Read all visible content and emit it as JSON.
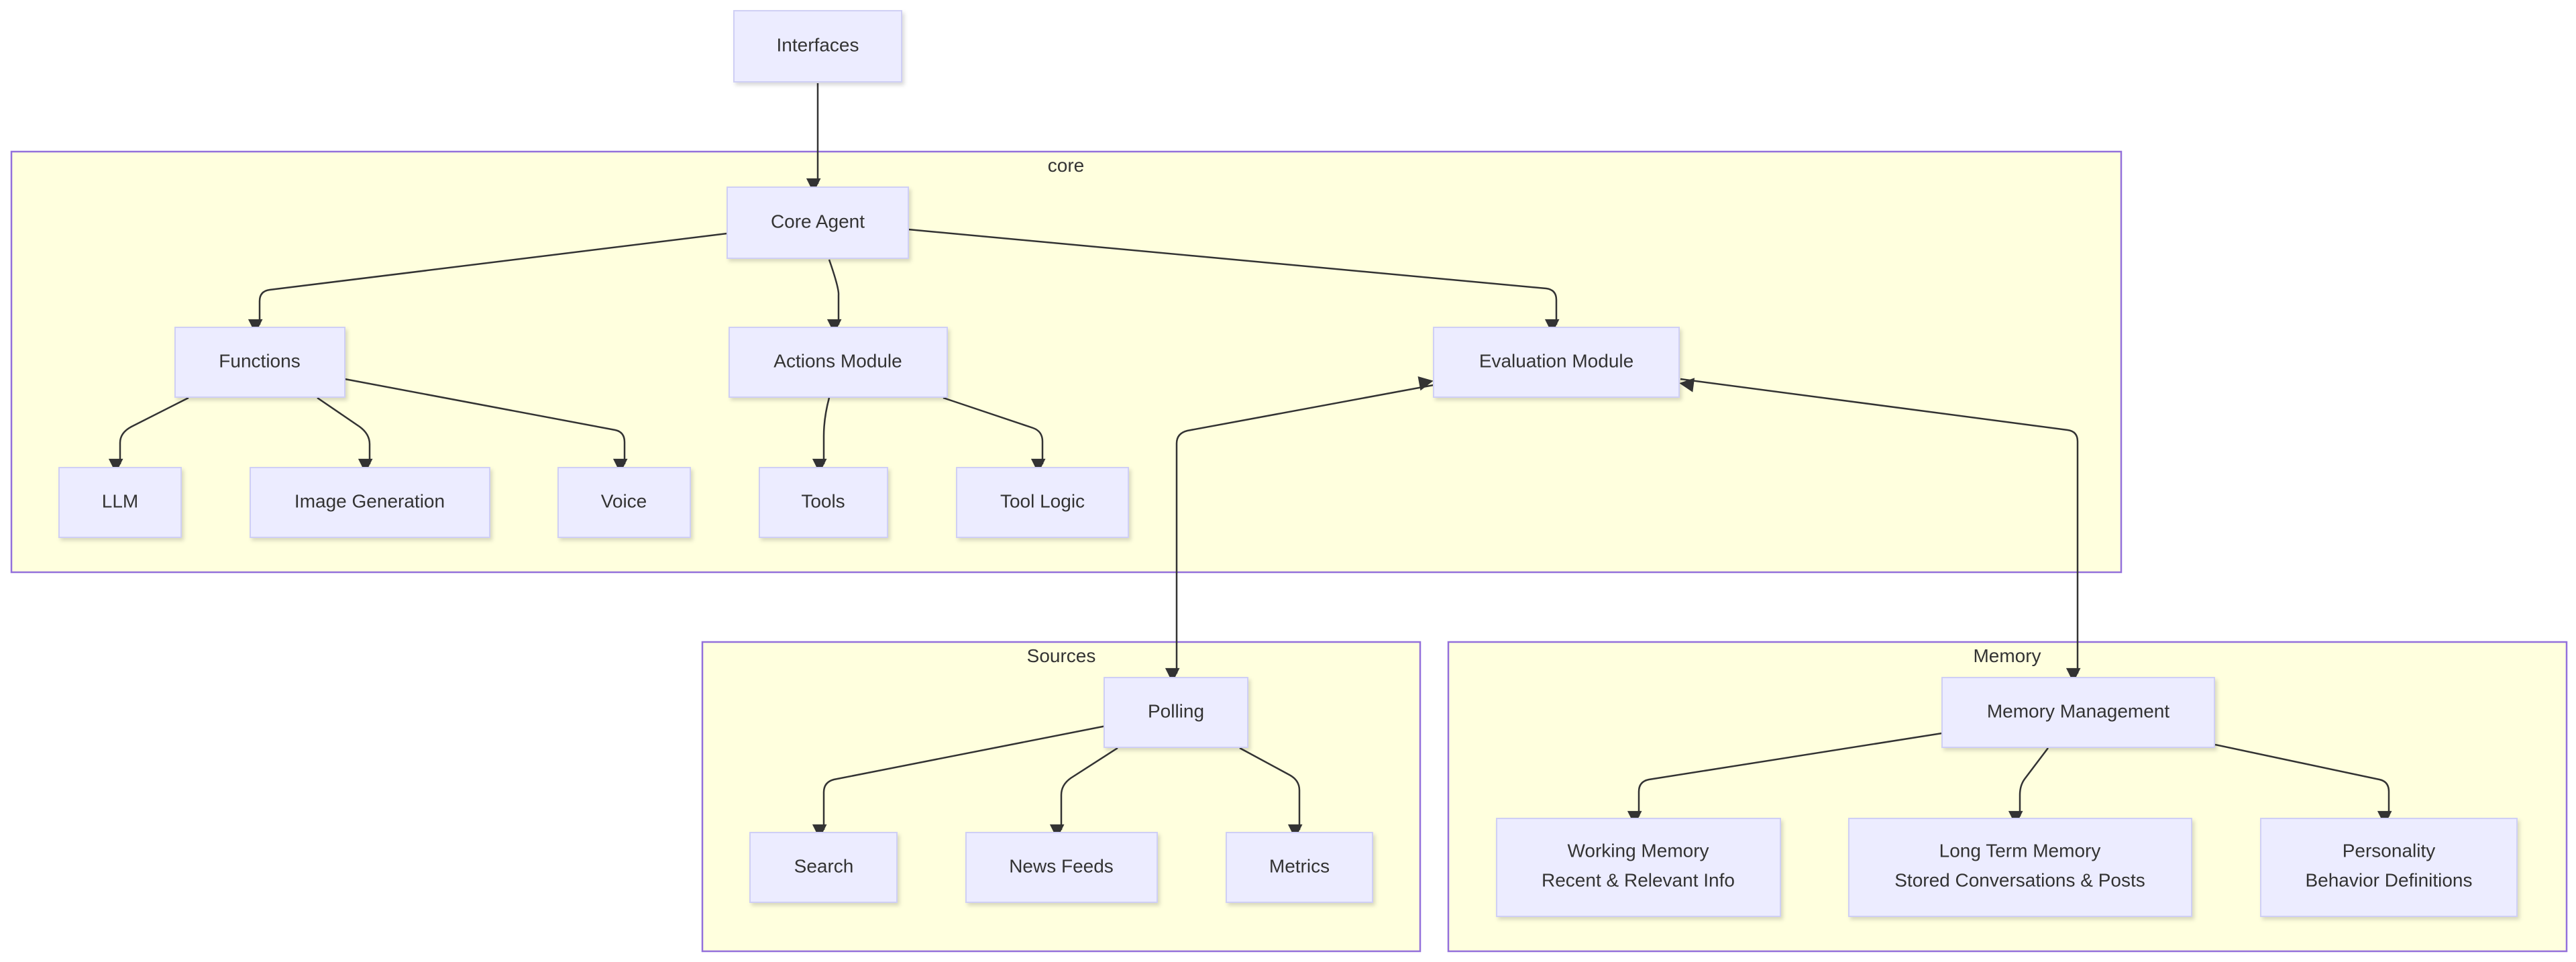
{
  "clusters": {
    "core": "core",
    "sources": "Sources",
    "memory": "Memory"
  },
  "nodes": {
    "interfaces": [
      "Interfaces"
    ],
    "core_agent": [
      "Core Agent"
    ],
    "functions": [
      "Functions"
    ],
    "actions": [
      "Actions Module"
    ],
    "evaluation": [
      "Evaluation Module"
    ],
    "llm": [
      "LLM"
    ],
    "image_gen": [
      "Image Generation"
    ],
    "voice": [
      "Voice"
    ],
    "tools": [
      "Tools"
    ],
    "tool_logic": [
      "Tool Logic"
    ],
    "polling": [
      "Polling"
    ],
    "search": [
      "Search"
    ],
    "news": [
      "News Feeds"
    ],
    "metrics": [
      "Metrics"
    ],
    "memory_mgmt": [
      "Memory Management"
    ],
    "working": [
      "Working Memory",
      "Recent & Relevant Info"
    ],
    "long_term": [
      "Long Term Memory",
      "Stored Conversations & Posts"
    ],
    "personality": [
      "Personality",
      "Behavior Definitions"
    ]
  },
  "colors": {
    "cluster_fill": "#ffffde",
    "cluster_stroke": "#9370db",
    "node_fill": "#ececff",
    "edge": "#333333"
  }
}
